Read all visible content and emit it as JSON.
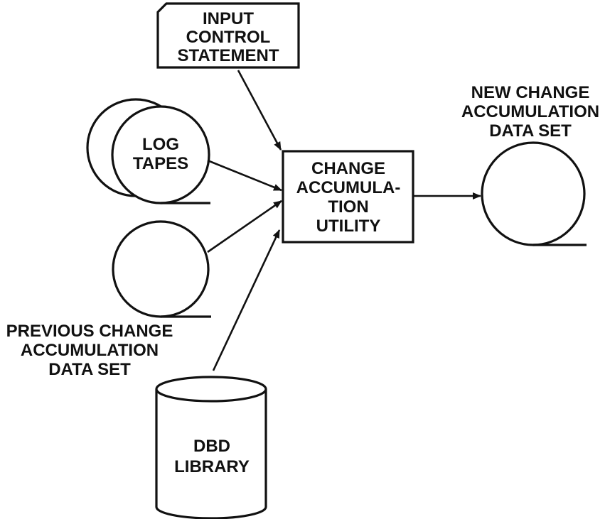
{
  "diagram": {
    "input_control_statement": {
      "lines": [
        "INPUT",
        "CONTROL",
        "STATEMENT"
      ]
    },
    "log_tapes": {
      "lines": [
        "LOG",
        "TAPES"
      ]
    },
    "previous_data_set": {
      "lines": [
        "PREVIOUS CHANGE",
        "ACCUMULATION",
        "DATA SET"
      ]
    },
    "dbd_library": {
      "lines": [
        "DBD",
        "LIBRARY"
      ]
    },
    "utility": {
      "lines": [
        "CHANGE",
        "ACCUMULA-",
        "TION",
        "UTILITY"
      ]
    },
    "new_data_set": {
      "lines": [
        "NEW CHANGE",
        "ACCUMULATION",
        "DATA SET"
      ]
    }
  },
  "colors": {
    "ink": "#111111",
    "background": "#ffffff"
  }
}
